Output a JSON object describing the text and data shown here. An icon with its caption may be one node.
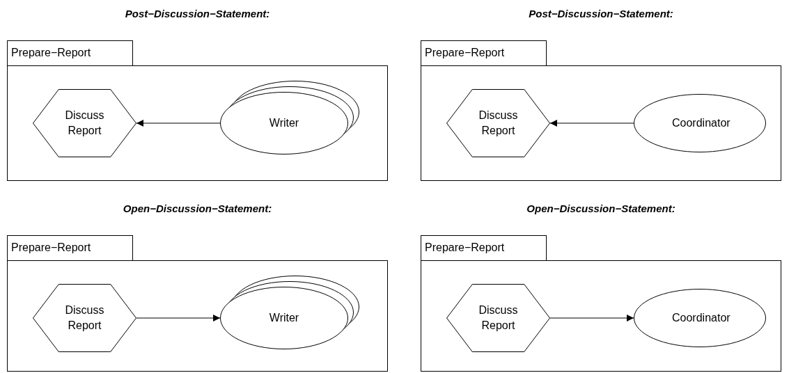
{
  "diagram": {
    "nodes": [
      {
        "text": [
          "Prepare−Report"
        ]
      },
      {
        "text": [
          "Discuss Report"
        ],
        "in": 0
      },
      {
        "text": [
          "Writer"
        ],
        "in": 0
      },
      {
        "text": [
          "Prepare−Report"
        ]
      },
      {
        "text": [
          "Discuss Report"
        ],
        "in": 3
      },
      {
        "text": [
          "Coordinator"
        ],
        "in": 3
      },
      {
        "text": [
          "Prepare−Report"
        ]
      },
      {
        "text": [
          "Discuss Report"
        ],
        "in": 6
      },
      {
        "text": [
          "Writer"
        ],
        "in": 6
      },
      {
        "text": [
          "Prepare−Report"
        ]
      },
      {
        "text": [
          "Discuss Report"
        ],
        "in": 9
      },
      {
        "text": [
          "Coordinator"
        ],
        "in": 9
      }
    ],
    "edges": [
      {
        "from": 2,
        "to": 1,
        "arrow": "to"
      },
      {
        "from": 5,
        "to": 4,
        "arrow": "to"
      },
      {
        "from": 7,
        "to": 8,
        "arrow": "to"
      },
      {
        "from": 10,
        "to": 11,
        "arrow": "to"
      }
    ],
    "labels": [
      "Post−Discussion−Statement:",
      "Post−Discussion−Statement:",
      "Open−Discussion−Statement:",
      "Open−Discussion−Statement:"
    ]
  }
}
